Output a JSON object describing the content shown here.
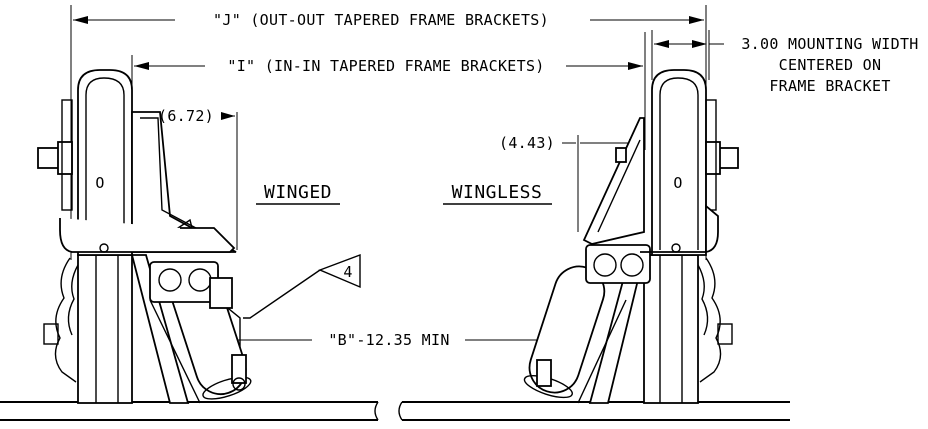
{
  "dimensions": {
    "j": "\"J\" (OUT-OUT TAPERED FRAME BRACKETS)",
    "i": "\"I\" (IN-IN TAPERED FRAME BRACKETS)",
    "mounting_width": [
      "3.00 MOUNTING WIDTH",
      "CENTERED ON",
      "FRAME BRACKET"
    ],
    "winged_offset": "(6.72)",
    "wingless_offset": "(4.43)",
    "b": "\"B\"-12.35 MIN"
  },
  "views": {
    "winged": "WINGED",
    "wingless": "WINGLESS"
  },
  "callout": {
    "number": "4"
  },
  "bracket_hole": "O"
}
